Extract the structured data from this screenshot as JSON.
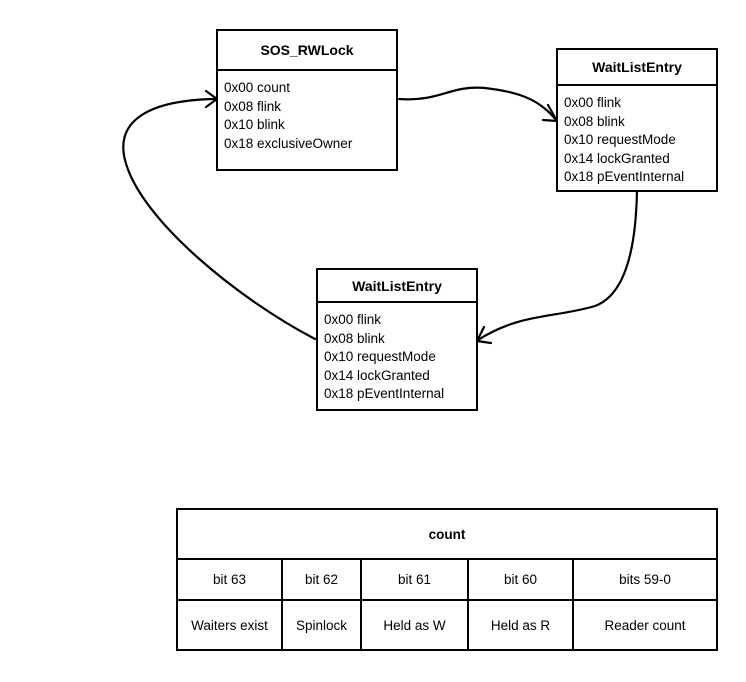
{
  "lock": {
    "title": "SOS_RWLock",
    "fields": [
      "0x00 count",
      "0x08 flink",
      "0x10 blink",
      "0x18 exclusiveOwner"
    ]
  },
  "entry_a": {
    "title": "WaitListEntry",
    "fields": [
      "0x00 flink",
      "0x08 blink",
      "0x10 requestMode",
      "0x14 lockGranted",
      "0x18 pEventInternal"
    ]
  },
  "entry_b": {
    "title": "WaitListEntry",
    "fields": [
      "0x00 flink",
      "0x08 blink",
      "0x10 requestMode",
      "0x14 lockGranted",
      "0x18 pEventInternal"
    ]
  },
  "count_table": {
    "title": "count",
    "bits": [
      "bit 63",
      "bit 62",
      "bit 61",
      "bit 60",
      "bits 59-0"
    ],
    "meanings": [
      "Waiters exist",
      "Spinlock",
      "Held as W",
      "Held as R",
      "Reader count"
    ]
  }
}
